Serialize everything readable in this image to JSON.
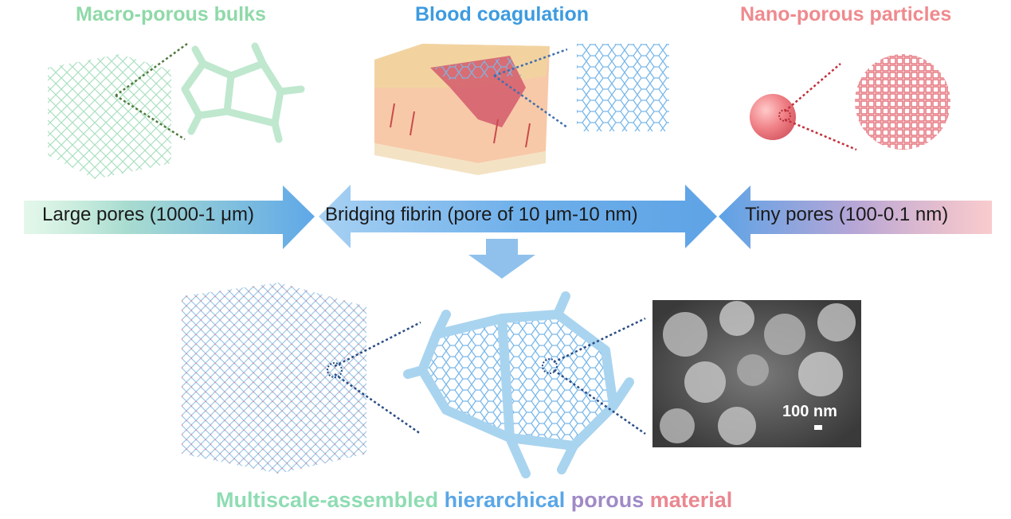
{
  "headings": {
    "macro": "Macro-porous bulks",
    "blood": "Blood coagulation",
    "nano": "Nano-porous particles"
  },
  "arrows": {
    "large": "Large pores (1000-1 μm)",
    "bridging": "Bridging fibrin (pore of 10 μm-10 nm)",
    "tiny": "Tiny pores (100-0.1 nm)"
  },
  "scale_bar": "100 nm",
  "bottom_title": {
    "part1": "Multiscale-assembled ",
    "part2": "hierarchical ",
    "part3": "porous ",
    "part4": "material"
  },
  "colors": {
    "macro": "#8fd9a8",
    "blood": "#3d9be0",
    "nano": "#ef8a8e",
    "arrow_blue": "#6fb3ea",
    "title_purple": "#9b86c2"
  }
}
